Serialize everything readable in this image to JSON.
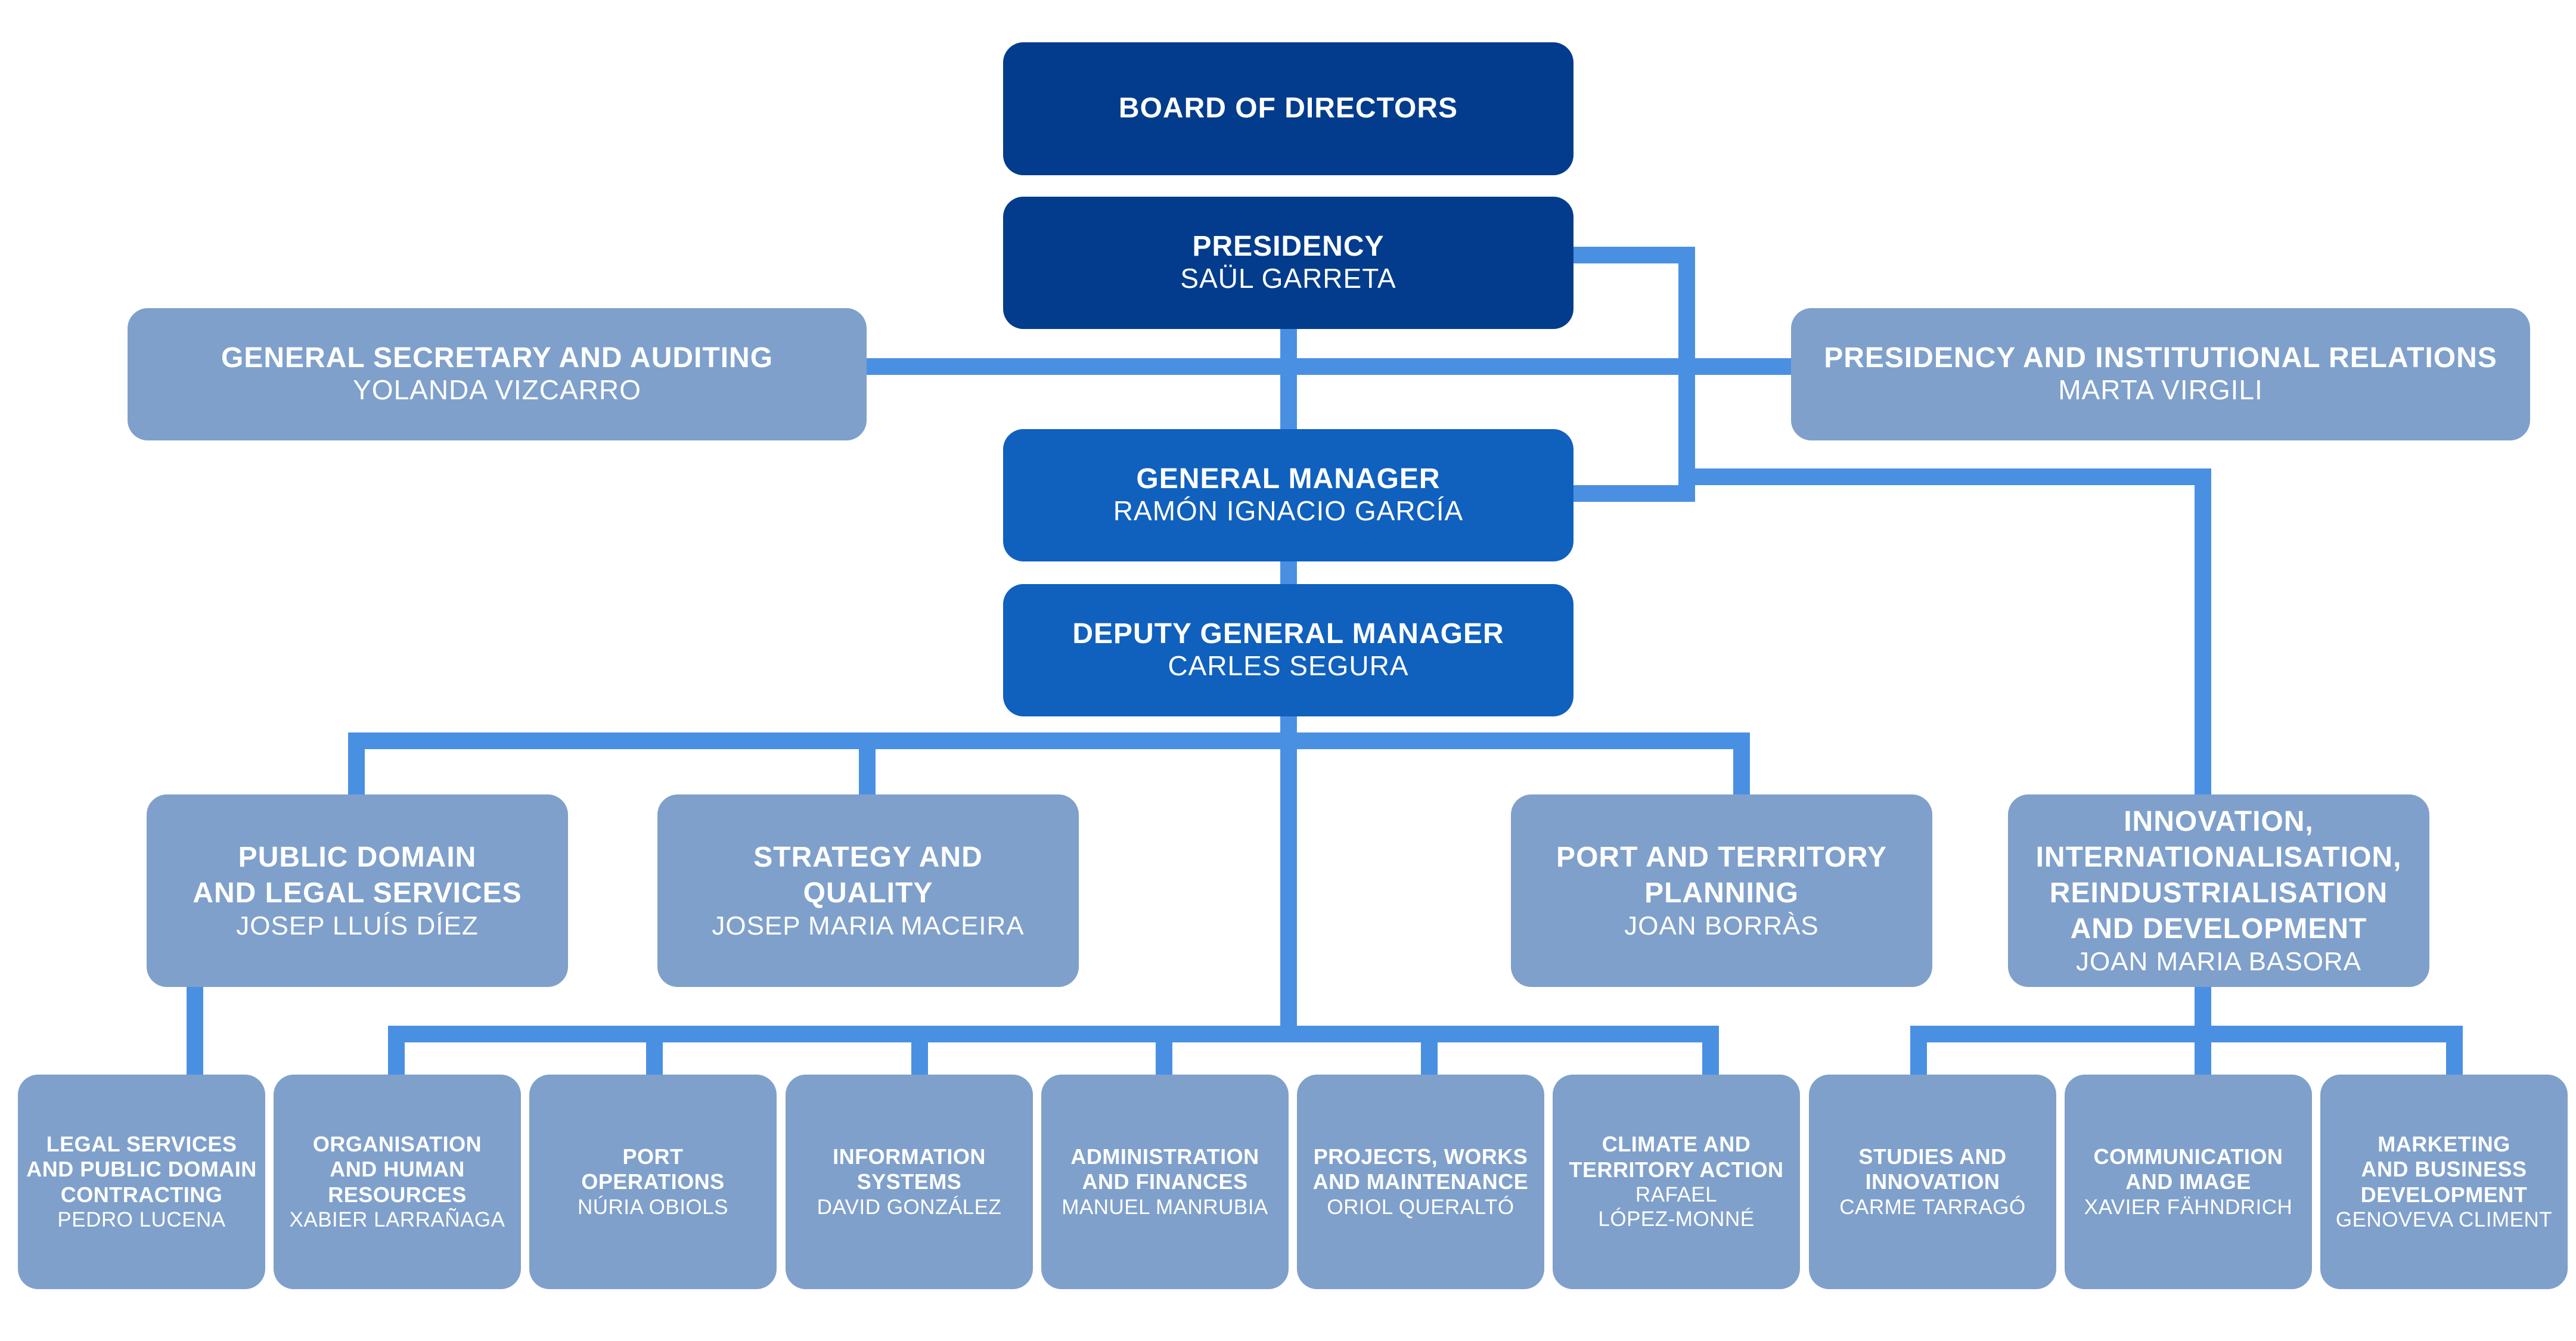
{
  "colors": {
    "top_box": "#033c8c",
    "manager_box": "#1060be",
    "unit_box": "#7fa0cb",
    "connector": "#4a90e2",
    "text": "#ffffff"
  },
  "board": {
    "title": "BOARD OF DIRECTORS"
  },
  "presidency": {
    "title": "PRESIDENCY",
    "name": "SAÜL GARRETA"
  },
  "general_secretary": {
    "title": "GENERAL SECRETARY AND AUDITING",
    "name": "YOLANDA VIZCARRO"
  },
  "institutional_relations": {
    "title": "PRESIDENCY AND INSTITUTIONAL RELATIONS",
    "name": "MARTA VIRGILI"
  },
  "general_manager": {
    "title": "GENERAL MANAGER",
    "name": "RAMÓN IGNACIO GARCÍA"
  },
  "deputy_manager": {
    "title": "DEPUTY GENERAL MANAGER",
    "name": "CARLES SEGURA"
  },
  "divisions": [
    {
      "title_line1": "PUBLIC DOMAIN",
      "title_line2": "AND LEGAL SERVICES",
      "name": "JOSEP LLUÍS DÍEZ"
    },
    {
      "title_line1": "STRATEGY AND",
      "title_line2": "QUALITY",
      "name": "JOSEP MARIA MACEIRA"
    },
    {
      "title_line1": "PORT AND TERRITORY",
      "title_line2": "PLANNING",
      "name": "JOAN BORRÀS"
    },
    {
      "title_line1": "INNOVATION,",
      "title_line2": "INTERNATIONALISATION,",
      "title_line3": "REINDUSTRIALISATION",
      "title_line4": "AND DEVELOPMENT",
      "name": "JOAN MARIA BASORA"
    }
  ],
  "departments": [
    {
      "title_line1": "LEGAL SERVICES",
      "title_line2": "AND PUBLIC DOMAIN",
      "title_line3": "CONTRACTING",
      "name": "PEDRO LUCENA"
    },
    {
      "title_line1": "ORGANISATION",
      "title_line2": "AND HUMAN",
      "title_line3": "RESOURCES",
      "name": "XABIER LARRAÑAGA"
    },
    {
      "title_line1": "PORT",
      "title_line2": "OPERATIONS",
      "name": "NÚRIA OBIOLS"
    },
    {
      "title_line1": "INFORMATION",
      "title_line2": "SYSTEMS",
      "name": "DAVID GONZÁLEZ"
    },
    {
      "title_line1": "ADMINISTRATION",
      "title_line2": "AND FINANCES",
      "name": "MANUEL MANRUBIA"
    },
    {
      "title_line1": "PROJECTS, WORKS",
      "title_line2": "AND MAINTENANCE",
      "name": "ORIOL QUERALTÓ"
    },
    {
      "title_line1": "CLIMATE AND",
      "title_line2": "TERRITORY ACTION",
      "name_line1": "RAFAEL",
      "name_line2": "LÓPEZ-MONNÉ"
    },
    {
      "title_line1": "STUDIES AND",
      "title_line2": "INNOVATION",
      "name": "CARME TARRAGÓ"
    },
    {
      "title_line1": "COMMUNICATION",
      "title_line2": "AND IMAGE",
      "name": "XAVIER FÄHNDRICH"
    },
    {
      "title_line1": "MARKETING",
      "title_line2": "AND BUSINESS",
      "title_line3": "DEVELOPMENT",
      "name": "GENOVEVA CLIMENT"
    }
  ]
}
